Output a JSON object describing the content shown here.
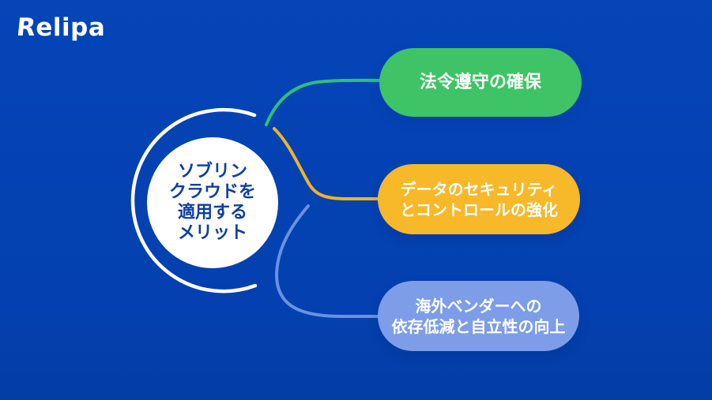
{
  "brand": {
    "logo_text": "Relipa",
    "logo_first_letter": "R",
    "logo_rest": "elipa"
  },
  "colors": {
    "background": "#0441B1",
    "white": "#FFFFFF",
    "center_text": "#0F3FA3",
    "node_compliance": "#3EC466",
    "node_security": "#F7B82A",
    "node_independence": "#7D9DE8",
    "line_compliance": "#2FBF77",
    "line_security": "#EFB32A",
    "line_independence": "#6A90E2",
    "ring": "#FFFFFF"
  },
  "mindmap": {
    "center": {
      "full_text": "ソブリンクラウドを適用するメリット",
      "lines": [
        "ソブリン",
        "クラウドを",
        "適用する",
        "メリット"
      ]
    },
    "branches": [
      {
        "id": "compliance",
        "full_text": "法令遵守の確保",
        "lines": [
          "法令遵守の確保"
        ]
      },
      {
        "id": "security",
        "full_text": "データのセキュリティとコントロールの強化",
        "lines": [
          "データのセキュリティ",
          "とコントロールの強化"
        ]
      },
      {
        "id": "independence",
        "full_text": "海外ベンダーへの依存低減と自立性の向上",
        "lines": [
          "海外ベンダーへの",
          "依存低減と自立性の向上"
        ]
      }
    ]
  }
}
